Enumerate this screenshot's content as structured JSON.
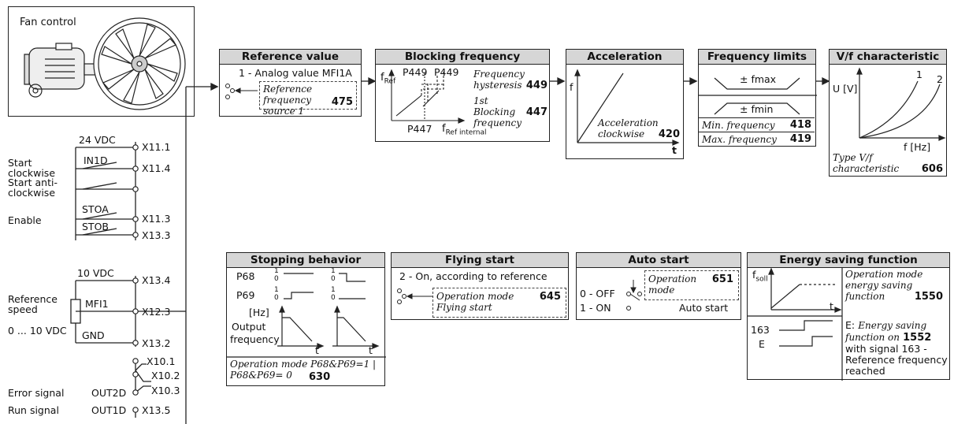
{
  "fan": {
    "title": "Fan control"
  },
  "left_panel": {
    "voltage_24": "24 VDC",
    "x11_1": "X11.1",
    "start_cw": "Start\nclockwise",
    "in1d": "IN1D",
    "x11_4": "X11.4",
    "start_acw": "Start anti-\nclockwise",
    "enable": "Enable",
    "stoa": "STOA",
    "x11_3": "X11.3",
    "stob": "STOB",
    "x13_3": "X13.3",
    "voltage_10": "10 VDC",
    "x13_4": "X13.4",
    "ref_speed": "Reference\nspeed",
    "mfi1": "MFI1",
    "x12_3": "X12.3",
    "range": "0 ... 10 VDC",
    "gnd": "GND",
    "x13_2": "X13.2",
    "x10_1": "X10.1",
    "x10_2": "X10.2",
    "error_signal": "Error signal",
    "out2d": "OUT2D",
    "x10_3": "X10.3",
    "run_signal": "Run signal",
    "out1d": "OUT1D",
    "x13_5": "X13.5"
  },
  "reference_value": {
    "title": "Reference value",
    "option": "1 - Analog value MFI1A",
    "param_label": "Reference frequency source 1",
    "param_num": "475"
  },
  "blocking_frequency": {
    "title": "Blocking frequency",
    "f_ref": "f",
    "f_ref_sub": "Ref",
    "p449a": "P449",
    "p449b": "P449",
    "p447": "P447",
    "f_ref_internal": "f",
    "f_ref_internal_sub": "Ref internal",
    "hyst_label": "Frequency hysteresis",
    "hyst_num": "449",
    "block_label": "1st Blocking frequency",
    "block_num": "447"
  },
  "acceleration": {
    "title": "Acceleration",
    "f": "f",
    "t": "t",
    "label": "Acceleration clockwise",
    "num": "420"
  },
  "frequency_limits": {
    "title": "Frequency limits",
    "fmax": "± fmax",
    "fmin": "± fmin",
    "min_label": "Min. frequency",
    "min_num": "418",
    "max_label": "Max. frequency",
    "max_num": "419"
  },
  "vf": {
    "title": "V/f characteristic",
    "u": "U [V]",
    "curve1": "1",
    "curve2": "2",
    "f_hz": "f [Hz]",
    "label": "Type V/f characteristic",
    "num": "606"
  },
  "stopping": {
    "title": "Stopping behavior",
    "p68": "P68",
    "p69": "P69",
    "hz": "[Hz]",
    "output": "Output",
    "frequency": "frequency",
    "one": "1",
    "zero": "0",
    "t": "t",
    "label": "Operation mode P68&P69=1 | P68&P69= 0",
    "num": "630"
  },
  "flying_start": {
    "title": "Flying start",
    "option": "2 - On, according to reference",
    "label": "Operation mode Flying start",
    "num": "645"
  },
  "auto_start": {
    "title": "Auto start",
    "off": "0 - OFF",
    "on": "1 - ON",
    "label": "Operation mode",
    "num": "651",
    "caption": "Auto start"
  },
  "energy": {
    "title": "Energy saving function",
    "f": "f",
    "f_sub": "soll",
    "t": "t",
    "mode_label": "Operation mode energy saving function",
    "mode_num": "1550",
    "e_prefix": "E:",
    "e_label": "Energy saving function on",
    "e_num": "1552",
    "with_signal": "with signal 163 - Reference frequency reached",
    "s163": "163",
    "e": "E"
  }
}
